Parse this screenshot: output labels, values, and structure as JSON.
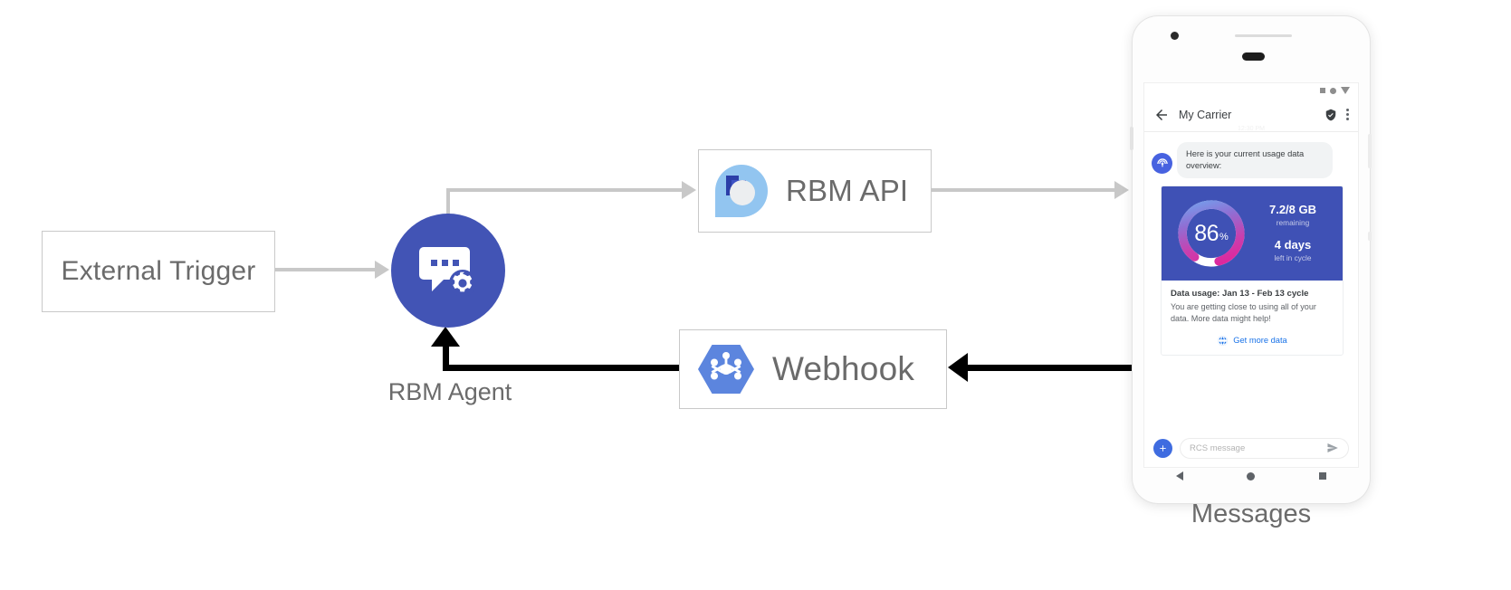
{
  "diagram": {
    "nodes": {
      "external_trigger": {
        "label": "External Trigger"
      },
      "rbm_agent": {
        "label": "RBM Agent",
        "icon": "chat-gear-icon"
      },
      "rbm_api": {
        "label": "RBM API",
        "icon": "rbm-api-icon"
      },
      "webhook": {
        "label": "Webhook",
        "icon": "webhook-hexagon-icon"
      },
      "messages": {
        "label": "Messages"
      }
    },
    "colors": {
      "agent_blue": "#4254b5",
      "connector_gray": "#c8c8c8",
      "connector_dark": "#000000",
      "label_gray": "#6b6b6b"
    }
  },
  "phone": {
    "status_bar": {
      "icons": [
        "square-icon",
        "circle-icon",
        "triangle-down-icon"
      ]
    },
    "app_bar": {
      "back_icon": "back-arrow-icon",
      "title": "My Carrier",
      "verified_icon": "verified-shield-icon",
      "overflow_icon": "more-vertical-icon"
    },
    "timestamp": "12:30 PM",
    "conversation": {
      "bot_avatar_icon": "rcs-bot-icon",
      "bubble_text": "Here is your current usage data overview:"
    },
    "rich_card": {
      "gauge": {
        "value": "86",
        "unit": "%",
        "percent": 86
      },
      "stats": [
        {
          "primary": "7.2/8 GB",
          "secondary": "remaining"
        },
        {
          "primary": "4 days",
          "secondary": "left in cycle"
        }
      ],
      "title": "Data usage: Jan 13 - Feb 13 cycle",
      "description": "You are getting close to using all of your data. More data might help!",
      "action": {
        "icon": "globe-icon",
        "label": "Get more data"
      },
      "colors": {
        "card_bg": "#3f51b5",
        "gauge_start": "#6fa8f0",
        "gauge_mid": "#9b5fc4",
        "gauge_end": "#e0269b",
        "gauge_track": "#ffffff",
        "action_link": "#1a73e8"
      }
    },
    "composer": {
      "plus_icon": "plus-icon",
      "placeholder": "RCS message",
      "send_icon": "send-icon"
    },
    "nav_bar": {
      "icons": [
        "nav-back-icon",
        "nav-home-icon",
        "nav-recents-icon"
      ]
    }
  }
}
